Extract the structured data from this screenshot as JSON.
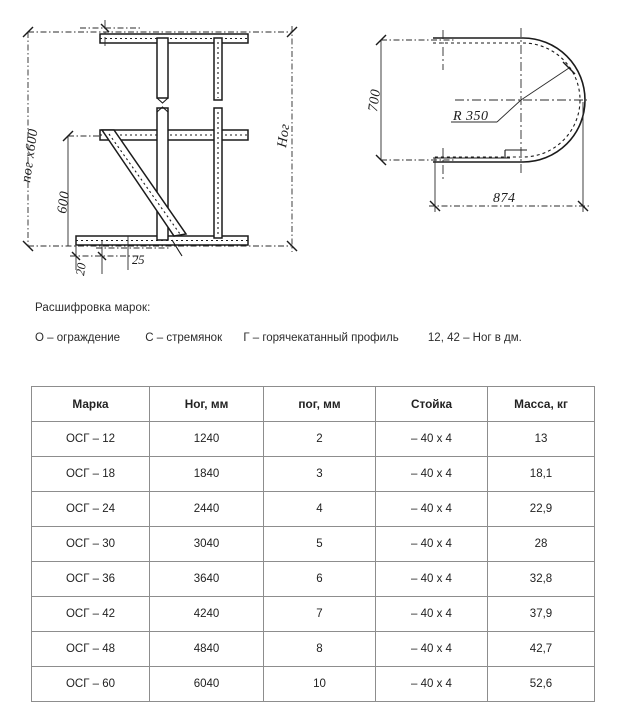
{
  "drawings": {
    "left": {
      "name": "ladder-guard-elevation",
      "labels": {
        "height_total": "пог x600",
        "height_segment": "600",
        "right_label": "Ног",
        "offset_20": "20",
        "offset_25": "25"
      }
    },
    "right": {
      "name": "ladder-guard-plan",
      "labels": {
        "width_700": "700",
        "radius": "R 350",
        "depth_874": "874"
      }
    }
  },
  "legend": {
    "title": "Расшифровка марок:",
    "items": [
      "О – ограждение",
      "С – стремянок",
      "Г – горячекатанный профиль",
      "12, 42 – Ног в дм."
    ]
  },
  "table": {
    "headers": [
      "Марка",
      "Ног, мм",
      "пог, мм",
      "Стойка",
      "Масса, кг"
    ],
    "rows": [
      [
        "ОСГ – 12",
        "1240",
        "2",
        "– 40 х 4",
        "13"
      ],
      [
        "ОСГ – 18",
        "1840",
        "3",
        "– 40 х 4",
        "18,1"
      ],
      [
        "ОСГ – 24",
        "2440",
        "4",
        "– 40 х 4",
        "22,9"
      ],
      [
        "ОСГ – 30",
        "3040",
        "5",
        "– 40 х 4",
        "28"
      ],
      [
        "ОСГ – 36",
        "3640",
        "6",
        "– 40 х 4",
        "32,8"
      ],
      [
        "ОСГ – 42",
        "4240",
        "7",
        "– 40 х 4",
        "37,9"
      ],
      [
        "ОСГ – 48",
        "4840",
        "8",
        "– 40 х 4",
        "42,7"
      ],
      [
        "ОСГ – 60",
        "6040",
        "10",
        "– 40 х 4",
        "52,6"
      ]
    ]
  },
  "colors": {
    "ink": "#1b1b1b",
    "table_border": "#8d8d8d",
    "text": "#222222",
    "background": "#ffffff"
  }
}
